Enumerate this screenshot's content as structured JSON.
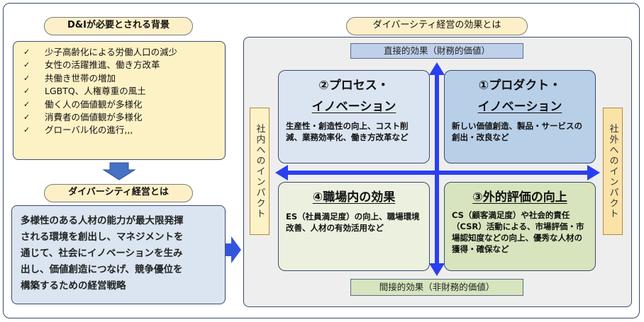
{
  "left": {
    "background_title": "D&Iが必要とされる背景",
    "background_items": [
      "少子高齢化による労働人口の減少",
      "女性の活躍推進、働き方改革",
      "共働き世帯の増加",
      "LGBTQ、人権尊重の風土",
      "働く人の価値観が多様化",
      "消費者の価値観が多様化",
      "グローバル化の進行,,,"
    ],
    "management_title": "ダイバーシティ経営とは",
    "management_lines": [
      "多様性のある人材の能力が最大限発揮",
      "される環境を創出し、マネジメントを",
      "通じて、社会にイノベーションを生み",
      "出し、価値創造につなげ、競争優位を",
      "構築するための経営戦略"
    ]
  },
  "right": {
    "title": "ダイバーシティ経営の効果とは",
    "top_label": "直接的効果（財務的価値）",
    "bottom_label": "間接的効果（非財務的価値）",
    "left_label": "社内へのインパクト",
    "right_label": "社外へのインパクト",
    "quadrants": {
      "q2": {
        "title_num": "②",
        "title_line1": "プロセス・",
        "title_line2": "イノベーション",
        "text": "生産性・創造性の向上、コスト削減、業務効率化、働き方改革など",
        "color": "#dbe5f1"
      },
      "q1": {
        "title_num": "①",
        "title_line1": "プロダクト・",
        "title_line2": "イノベーション",
        "text": "新しい価値創造、製品・サービスの創出・改良など",
        "color": "#b8cfe8"
      },
      "q4": {
        "title": "④職場内の効果",
        "text": "ES（社員満足度）の向上、職場環境改善、人材の有効活用など",
        "color": "#ebf1de"
      },
      "q3": {
        "title": "③外的評価の向上",
        "text": "CS（顧客満足度）や社会的責任（CSR）活動による、市場評価・市場認知度などの向上、優秀な人材の獲得・確保など",
        "color": "#d7e4bd"
      }
    }
  },
  "colors": {
    "arrow": "#3355dd",
    "down_arrow": "#4472c4",
    "cross": "#2a3ff0"
  }
}
